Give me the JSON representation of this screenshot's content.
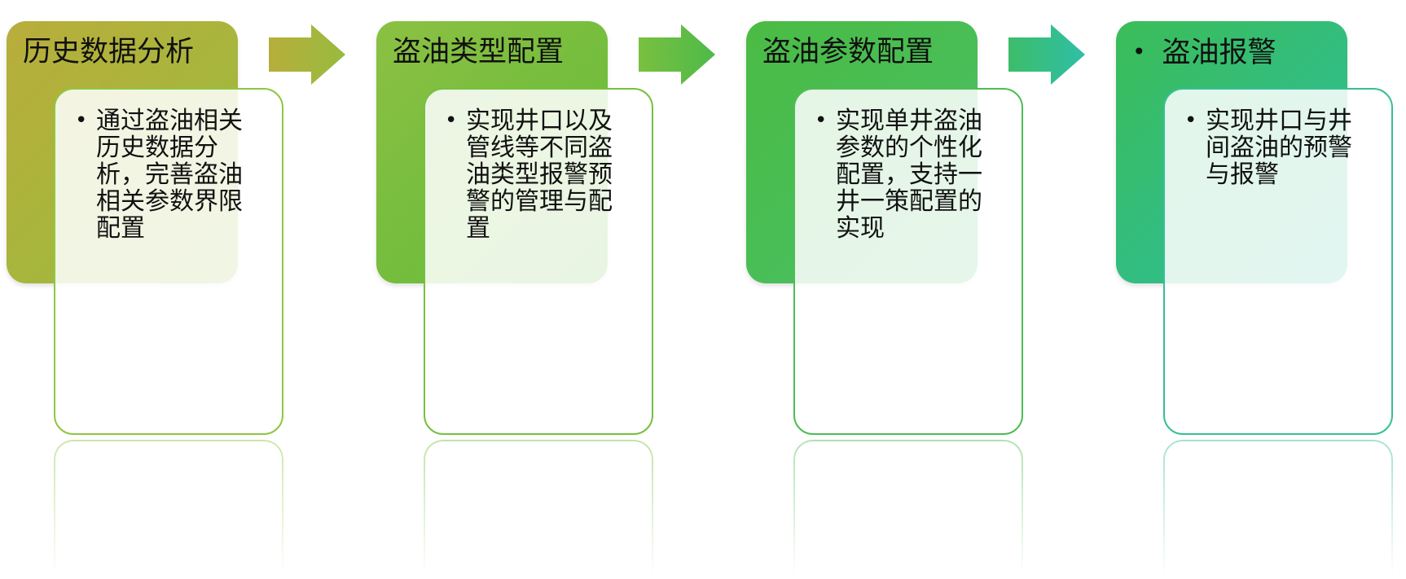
{
  "stages": [
    {
      "title": "历史数据分析",
      "has_bullet": false,
      "detail": "通过盗油相关历史数据分析，完善盗油相关参数界限配置",
      "color": "#b2b03c"
    },
    {
      "title": "盗油类型配置",
      "has_bullet": false,
      "detail": "实现井口以及管线等不同盗油类型报警预警的管理与配置",
      "color": "#74bd3d"
    },
    {
      "title": "盗油参数配置",
      "has_bullet": false,
      "detail": "实现单井盗油参数的个性化配置，支持一井一策配置的实现",
      "color": "#4bbd55"
    },
    {
      "title": "盗油报警",
      "has_bullet": true,
      "detail": "实现井口与井间盗油的预警与报警",
      "color": "#33be85"
    }
  ],
  "bullet_char": "•",
  "arrow_colors": [
    "#a8b43e",
    "#5fba47",
    "#2fbfa2"
  ]
}
